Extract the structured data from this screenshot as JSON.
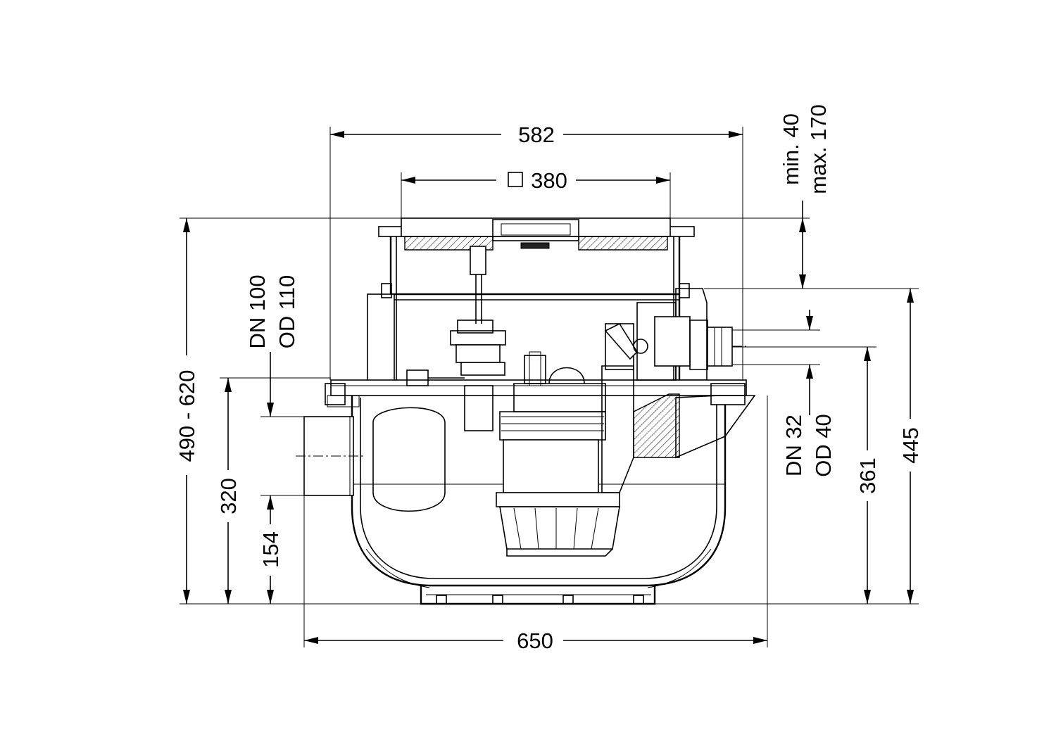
{
  "drawing": {
    "dimensions": {
      "width_overall": "582",
      "cover_square": "380",
      "base_width": "650",
      "height_range": "490 - 620",
      "inlet_height": "320",
      "inlet_bottom": "154",
      "pressure_outlet_height": "361",
      "upper_height": "445",
      "adjust_min": "min. 40",
      "adjust_max": "max. 170"
    },
    "inlet": {
      "dn": "DN 100",
      "od": "OD 110"
    },
    "outlet": {
      "dn": "DN 32",
      "od": "OD 40"
    },
    "square_symbol": "□"
  }
}
